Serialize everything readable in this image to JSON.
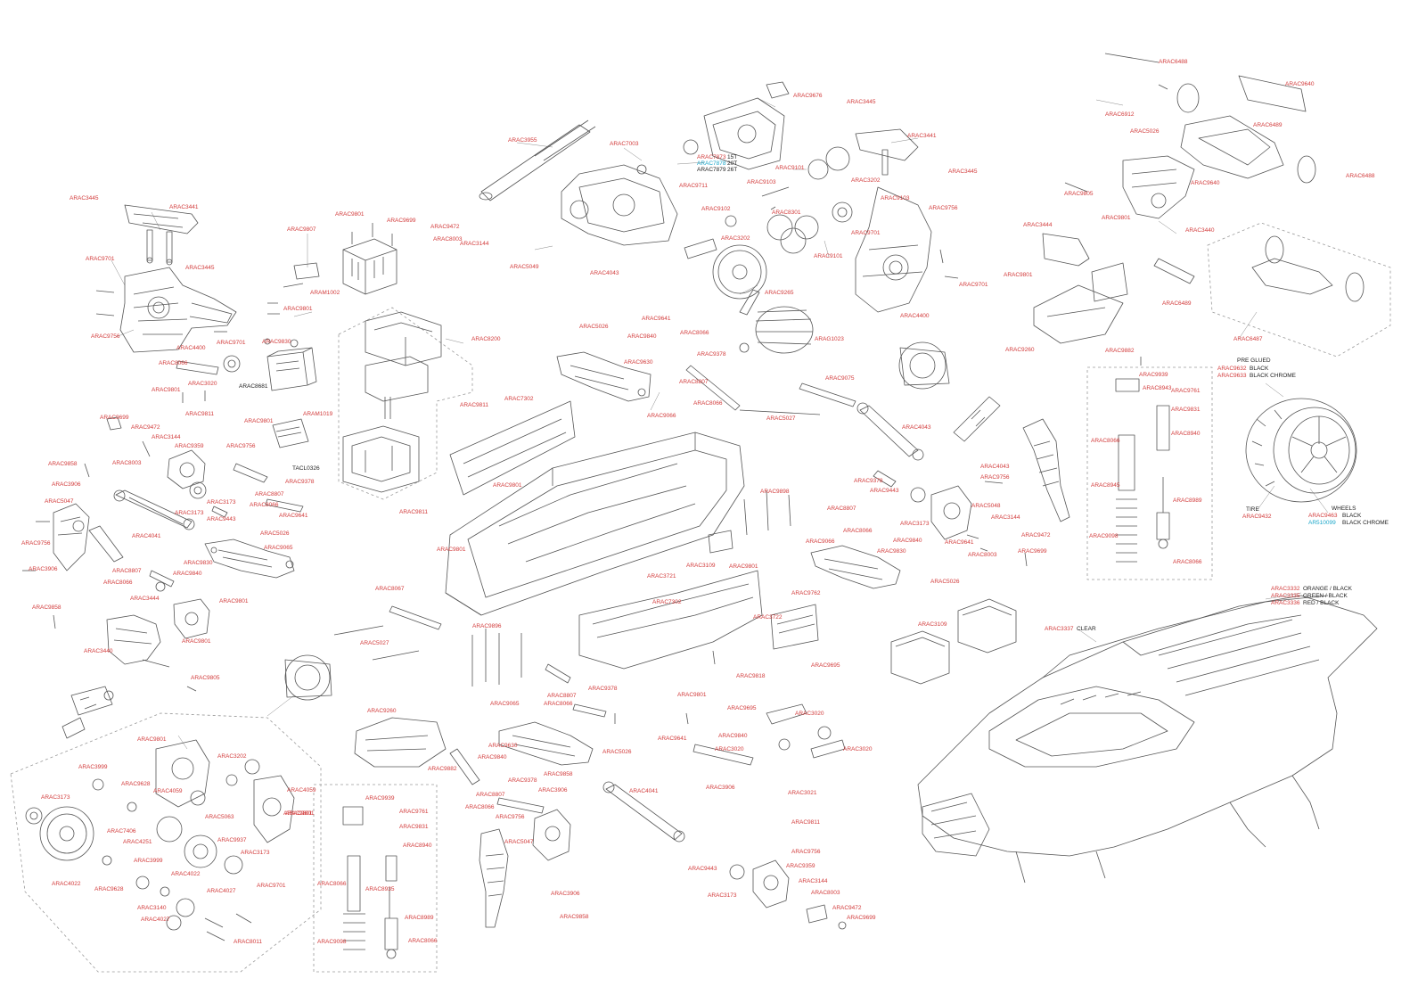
{
  "colors": {
    "label": "#d23a3a",
    "note": "#222222",
    "alt": "#1aa6c9",
    "line": "#8a8a8a"
  },
  "labels": [
    "ARAC3445",
    "ARAC3441",
    "ARAC9701",
    "ARAC3445",
    "ARAC9756",
    "ARAC4400",
    "ARAC9701",
    "ARAC8066",
    "ARAC3020",
    "ARAC9801",
    "ARAC8681",
    "ARAC9811",
    "ARAC9801",
    "ARAC9807",
    "ARAC9801",
    "ARAM1002",
    "ARAC9801",
    "ARAC9830",
    "ARAM1019",
    "ARAC9699",
    "ARAC9472",
    "ARAC8003",
    "ARAC3144",
    "ARAC3173",
    "ARAC9756",
    "ARAC5049",
    "ARAC4043",
    "ARAC3955",
    "ARAC7003",
    "ARAC7873",
    "ARAC7878",
    "ARAC7879",
    "ARAC9711",
    "ARAC9676",
    "ARAC3445",
    "ARAC3441",
    "ARAC9101",
    "ARAC3445",
    "ARAC9103",
    "ARAC9102",
    "ARAC3202",
    "ARAC8301",
    "ARAC3202",
    "ARAC9101",
    "ARAC9103",
    "ARAC9756",
    "ARAC9701",
    "ARAC9701",
    "ARAC4400",
    "ARAC9265",
    "ARAG1023",
    "ARAC8200",
    "ARAC9811",
    "ARAC7302",
    "ARAC9801",
    "ARAC9811",
    "ARAC9801",
    "ARAC5026",
    "ARAC9641",
    "ARAC8066",
    "ARAC9840",
    "ARAC9630",
    "ARAC9378",
    "ARAC8807",
    "ARAC9066",
    "ARAC8066",
    "ARAC9075",
    "ARAC5027",
    "ARAC4043",
    "ARAC9699",
    "ARAC9472",
    "ARAC3144",
    "ARAC9359",
    "ARAC8003",
    "ARAC9858",
    "ARAC3906",
    "ARAC5047",
    "ARAC9756",
    "ARAC3906",
    "ARAC9858",
    "ARAC4041",
    "ARAC3173",
    "ARAC9443",
    "ARAC9378",
    "ARAC8807",
    "ARAC8066",
    "ARAC9641",
    "ARAC5026",
    "ARAC9065",
    "ARAC9830",
    "ARAC9840",
    "ARAC8807",
    "ARAC8066",
    "ARAC3444",
    "ARAC9801",
    "ARAC9801",
    "ARAC3440",
    "ARAC9805",
    "ARAC8067",
    "ARAC5027",
    "ARAC3721",
    "ARAC3109",
    "ARAC9801",
    "ARAC7302",
    "ARAC3722",
    "ARAC9762",
    "ARAC9066",
    "ARAC8066",
    "ARAC9378",
    "ARAC8807",
    "ARAC9443",
    "ARAC9898",
    "ARAC3173",
    "ARAC5048",
    "ARAC3144",
    "ARAC9641",
    "ARAC9840",
    "ARAC9830",
    "ARAC8003",
    "ARAC9472",
    "ARAC9699",
    "ARAC5026",
    "ARAC9756",
    "ARAC4043",
    "ARAC6488",
    "ARAC6912",
    "ARAC5026",
    "ARAC6489",
    "ARAC9640",
    "ARAC6488",
    "ARAC9805",
    "ARAC9640",
    "ARAC3440",
    "ARAC3444",
    "ARAC9801",
    "ARAC9801",
    "ARAC6489",
    "ARAC6487",
    "ARAC9260",
    "ARAC9882",
    "ARAC9939",
    "ARAC8943",
    "ARAC9761",
    "ARAC9831",
    "ARAC8066",
    "ARAC8940",
    "ARAC8945",
    "ARAC8989",
    "ARAC9098",
    "ARAC8066",
    "ARAC9632",
    "ARAC9633",
    "ARAC9432",
    "ARAC9463",
    "AR510099",
    "ARAC3332",
    "ARAC3335",
    "ARAC3336",
    "ARAC3337",
    "ARAC3109",
    "ARAC9260",
    "ARAC9882",
    "ARAC9896",
    "ARAC9065",
    "ARAC8807",
    "ARAC8066",
    "ARAC9378",
    "ARAC9630",
    "ARAC9840",
    "ARAC5026",
    "ARAC9801",
    "ARAC9641",
    "ARAC9840",
    "ARAC3020",
    "ARAC3906",
    "ARAC9818",
    "ARAC9695",
    "ARAC9695",
    "ARAC3020",
    "ARAC3020",
    "ARAC3021",
    "ARAC9811",
    "ARAC9756",
    "ARAC9359",
    "ARAC3144",
    "ARAC8003",
    "ARAC9472",
    "ARAC9699",
    "ARAC3173",
    "ARAC9443",
    "ARAC4041",
    "ARAC9858",
    "ARAC3906",
    "ARAC5047",
    "ARAC9858",
    "ARAC3906",
    "ARAC8807",
    "ARAC9378",
    "ARAC8066",
    "ARAC9756",
    "ARAC9801",
    "ARAC3202",
    "ARAC3999",
    "ARAC9628",
    "ARAC4059",
    "ARAC4059",
    "ARAC9801",
    "ARAC3173",
    "ARAC7406",
    "ARAC4251",
    "ARAC5063",
    "ARAC9937",
    "ARAC3173",
    "ARAC3999",
    "ARAC4022",
    "ARAC9628",
    "ARAC4022",
    "ARAC4027",
    "ARAC9701",
    "ARAC3140",
    "ARAC4027",
    "ARAC8011",
    "ARAC9939",
    "ARAC9761",
    "ARAC9831",
    "ARAC8066",
    "ARAC8940",
    "ARAC8935",
    "ARAC8989",
    "ARAC9098",
    "ARAC8066",
    "ARAC9801"
  ],
  "notes": {
    "tacl": "TACL0326",
    "t15": "15T",
    "t20": "20T",
    "t26": "26T",
    "pre_glued": "PRE GLUED",
    "black1": "BLACK",
    "black_chrome1": "BLACK CHROME",
    "tire": "TIRE",
    "wheels": "WHEELS",
    "black2": "BLACK",
    "black_chrome2": "BLACK CHROME",
    "orange_black": "ORANGE / BLACK",
    "green_black": "GREEN / BLACK",
    "red_black": "RED / BLACK",
    "clear": "CLEAR"
  }
}
